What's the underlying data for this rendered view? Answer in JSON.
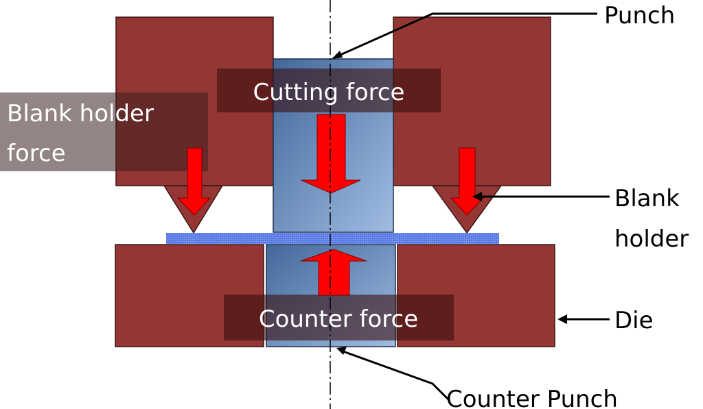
{
  "labels": {
    "punch": "Punch",
    "blank_holder_line1": "Blank",
    "blank_holder_line2": "holder",
    "die": "Die",
    "counter_punch": "Counter Punch",
    "cutting_force": "Cutting force",
    "counter_force": "Counter force",
    "blank_holder_force_line1": "Blank holder",
    "blank_holder_force_line2": "force"
  },
  "colors": {
    "tool": "#943634",
    "punch_dark": "#4a6d9e",
    "punch_light": "#9bb7dc",
    "blank": "#5a7be6",
    "force_arrow": "#ff0000"
  }
}
